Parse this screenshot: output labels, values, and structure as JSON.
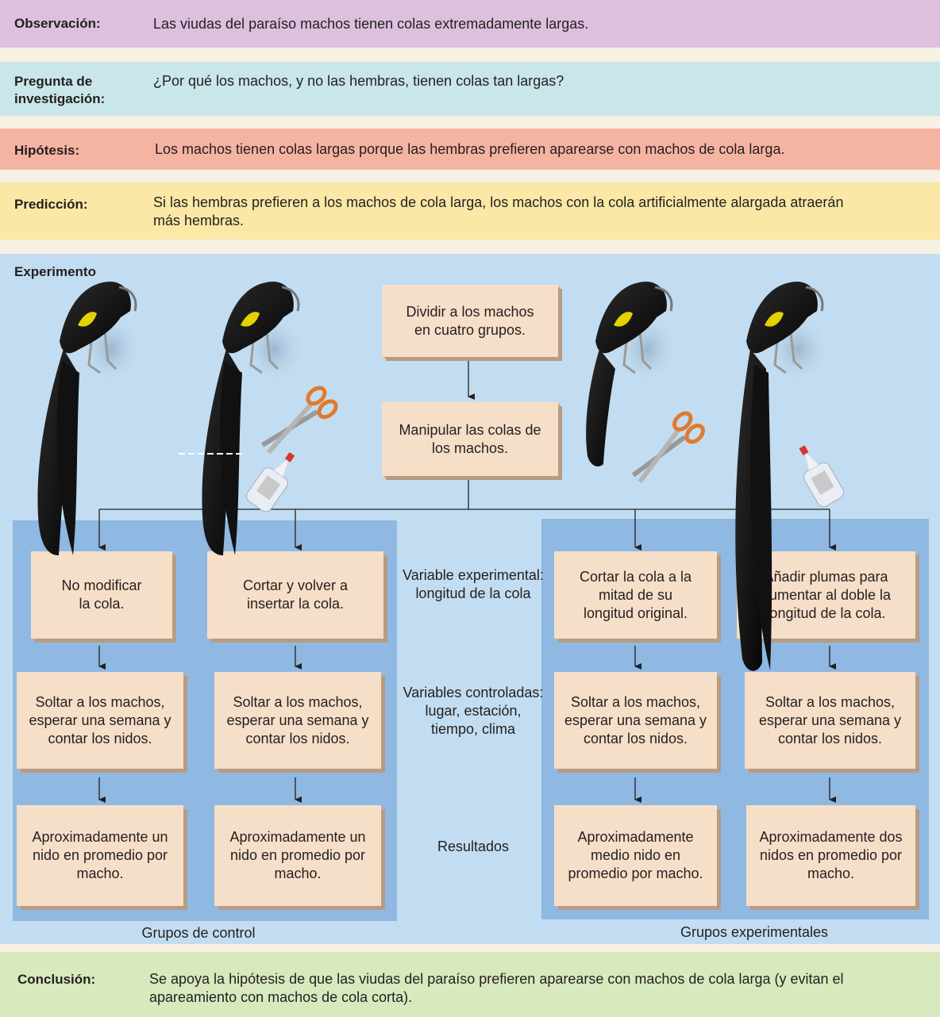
{
  "observation": {
    "label": "Observación:",
    "text": "Las viudas del paraíso machos tienen colas extremadamente largas."
  },
  "question": {
    "label": "Pregunta de investigación:",
    "text": "¿Por qué los machos, y no las hembras, tienen colas tan largas?"
  },
  "hypothesis": {
    "label": "Hipótesis:",
    "text": "Los machos tienen colas largas porque las hembras prefieren aparearse con machos de cola larga."
  },
  "prediction": {
    "label": "Predicción:",
    "text": "Si las hembras prefieren a los machos de cola larga, los machos con la cola artificialmente alargada atraerán más hembras."
  },
  "experiment": {
    "label": "Experimento",
    "step1": "Dividir a los machos en cuatro grupos.",
    "step2": "Manipular las colas de los machos.",
    "treatments": [
      "No modificar la cola.",
      "Cortar y volver a insertar la cola.",
      "Cortar la cola a la mitad de su longitud original.",
      "Añadir plumas para aumentar al doble la longitud de la cola."
    ],
    "release": "Soltar a los machos, esperar una semana y contar los nidos.",
    "results": [
      "Aproximadamente un nido en promedio por macho.",
      "Aproximadamente un nido en promedio por macho.",
      "Aproximadamente medio nido en promedio por macho.",
      "Aproximadamente dos nidos en promedio por macho."
    ],
    "variable_experimental": "Variable experimental: longitud de la cola",
    "variables_controladas": "Variables controladas: lugar, estación, tiempo, clima",
    "resultados_label": "Resultados",
    "control_groups_label": "Grupos de control",
    "experimental_groups_label": "Grupos experimentales"
  },
  "conclusion": {
    "label": "Conclusión:",
    "text": "Se apoya la hipótesis de que las viudas del paraíso prefieren aparearse con machos de cola larga (y evitan el apareamiento con machos de cola corta)."
  },
  "colors": {
    "observation": "#dcc0dd",
    "question": "#c9e6ea",
    "hypothesis": "#f5b3a2",
    "prediction": "#fbe8a6",
    "experiment": "#c2ddf1",
    "group_panel": "#8fb8e2",
    "box": "#f6dfc8",
    "conclusion": "#d8e9be"
  }
}
